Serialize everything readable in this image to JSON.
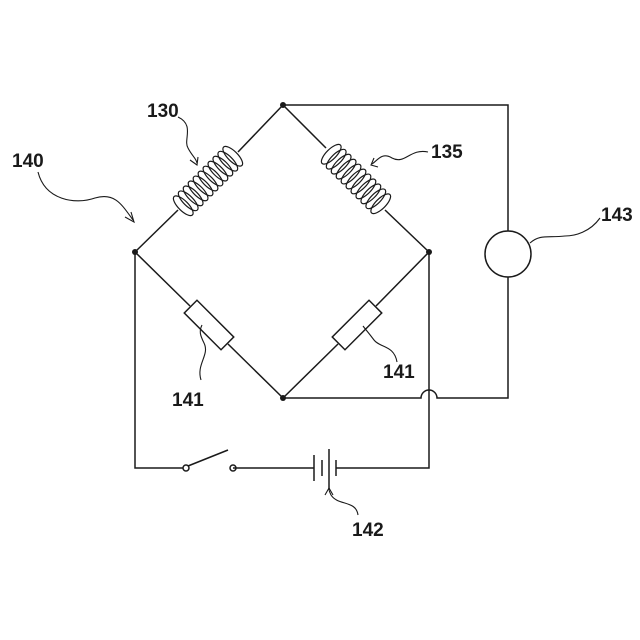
{
  "labels": {
    "sensor_coil_a": "130",
    "sensor_coil_b": "135",
    "bridge_circuit": "140",
    "resistor_left": "141",
    "resistor_right": "141",
    "battery": "142",
    "meter": "143"
  },
  "colors": {
    "line": "#1a1a1a",
    "background": "#ffffff"
  }
}
